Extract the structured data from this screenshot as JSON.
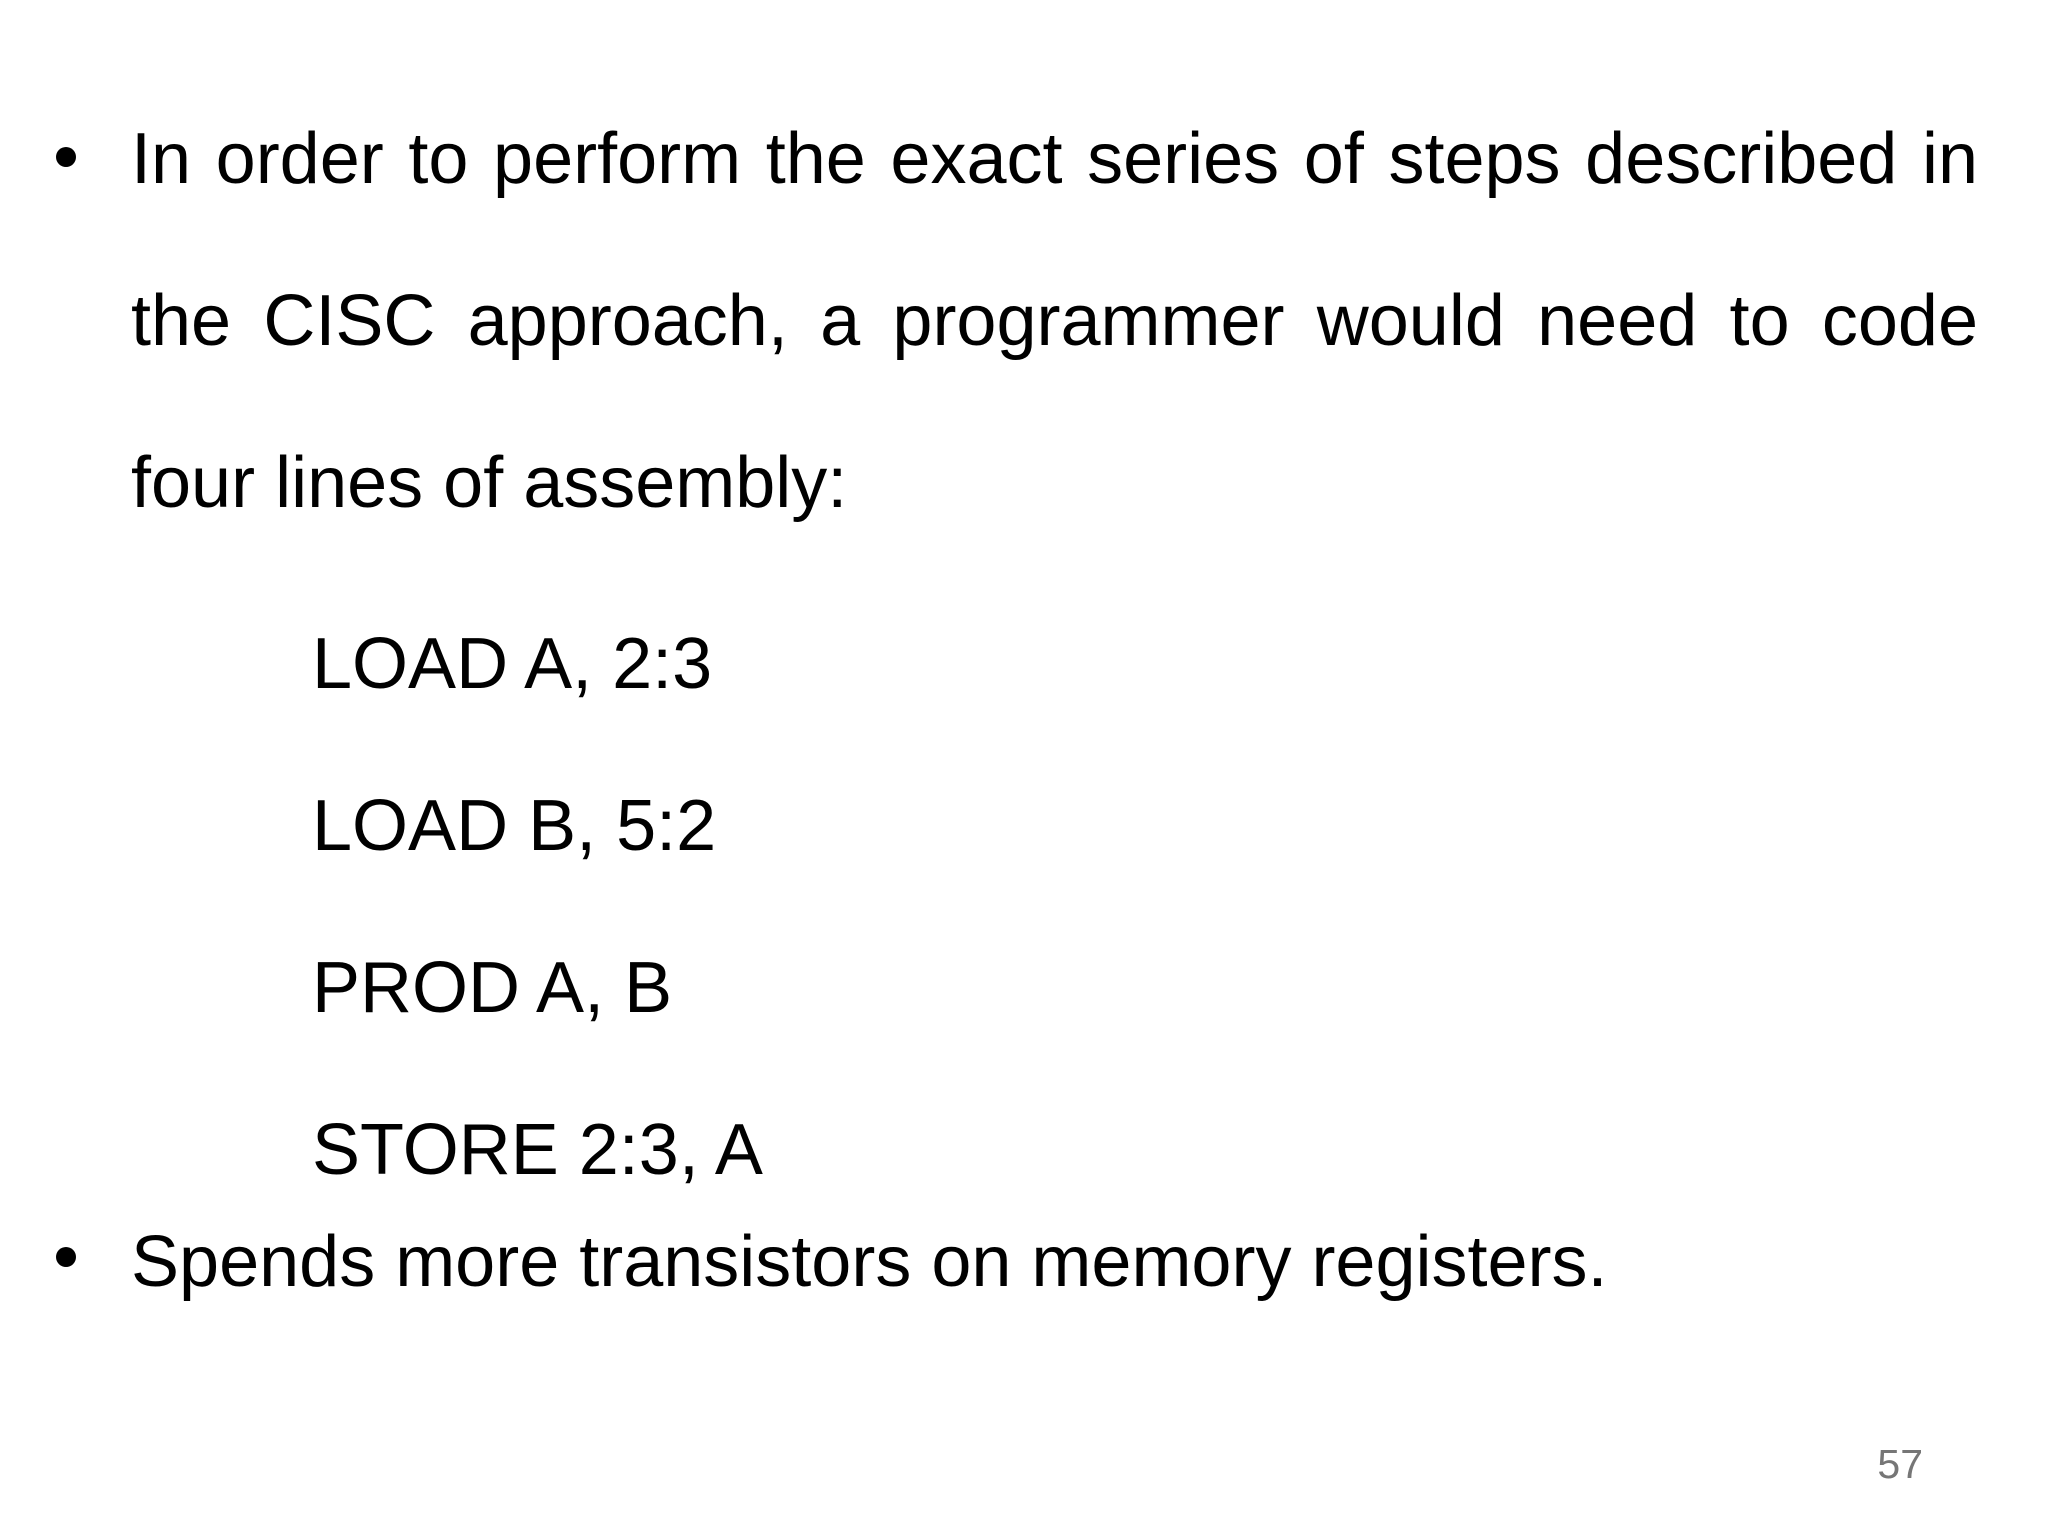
{
  "slide": {
    "background": "#ffffff",
    "text_color": "#000000",
    "bullet1": {
      "line1": "In order to perform the exact series of steps described in",
      "line2": "the CISC approach, a programmer would need to code",
      "line3": "four lines of assembly:"
    },
    "assembly_lines": [
      "LOAD A, 2:3",
      "LOAD B, 5:2",
      "PROD A, B",
      "STORE 2:3, A"
    ],
    "bullet2": "Spends more transistors on memory registers.",
    "page_number": "57",
    "page_number_color": "#767676"
  }
}
